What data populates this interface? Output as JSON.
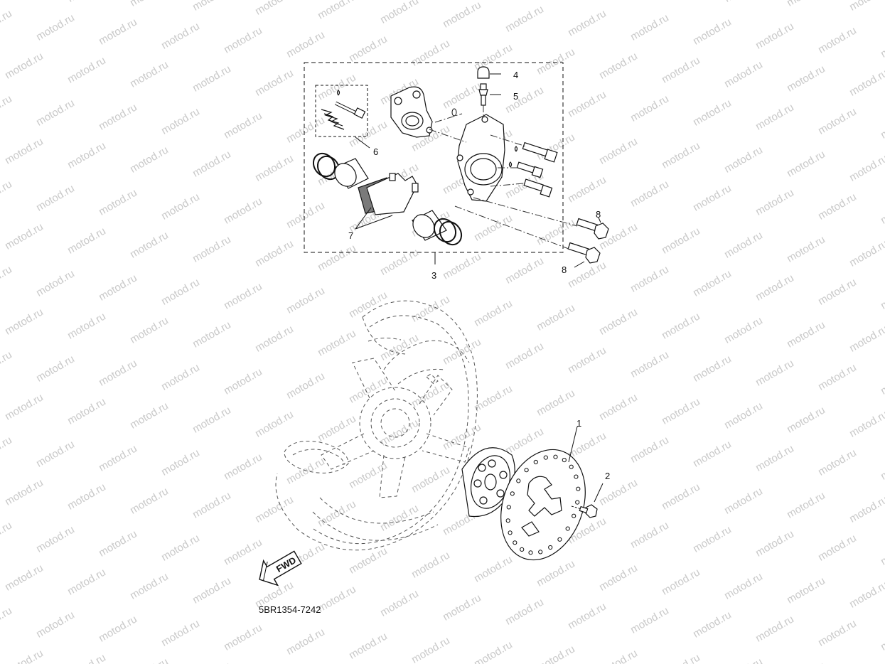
{
  "watermark_text": "motod.ru",
  "callouts": {
    "c1": "1",
    "c2": "2",
    "c3": "3",
    "c4": "4",
    "c5": "5",
    "c6": "6",
    "c7": "7",
    "c8a": "8",
    "c8b": "8"
  },
  "fwd_label": "FWD",
  "diagram_code": "5BR1354-7242",
  "colors": {
    "line": "#111111",
    "dashed": "#555555",
    "pad_fill": "#7a7a7a",
    "watermark": "#c9c9c9"
  }
}
